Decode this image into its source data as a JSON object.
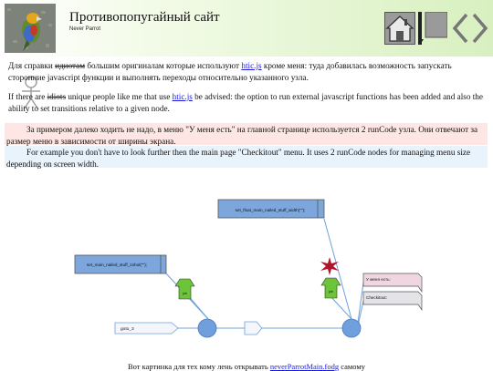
{
  "header": {
    "title": "Противопопугайный сайт",
    "subtitle": "Never Parrot",
    "nav_icons": [
      "home-icon",
      "down-arrow-icon",
      "prev-arrow-icon",
      "next-arrow-icon"
    ]
  },
  "paragraph_ru": {
    "pre": "Для справки",
    "struck": "идиотам",
    "mid": "большим оригиналам которые используют",
    "link": "htic.js",
    "post": "кроме меня: туда добавилась возможность запускать сторонние javascript функции и выполнять переходы относительно указанного узла."
  },
  "paragraph_en": {
    "pre": "If there are",
    "struck": "idiots",
    "mid": "unique people like me that use",
    "link": "htic.js",
    "post": "be advised: the option to run external javascript functions has been added and also the ability to set transitions relative to a given node."
  },
  "note_ru": "За примером далеко ходить не надо, в меню \"У меня есть\" на главной странице используется 2 runCode узла. Они отвечают за размер меню в зависимости от ширины экрана.",
  "note_en": "For example you don't have to look further then the main page \"Checkitout\" menu. It uses 2 runCode nodes for managing menu size depending on screen width.",
  "diagram": {
    "top_node": "set_float_main_nailed_stuff_width(\"\");",
    "left_node": "set_main_nailed_stuff_1shot(\"\");",
    "goto_label": "goto_3",
    "green_label_1": "job",
    "green_label_2": "job",
    "menu_item_1": "У меня есть:",
    "menu_item_2": "Checkitout:"
  },
  "caption": {
    "pre": "Вот картинка для тех кому лень открывать",
    "link": "neverParrotMain.fodg",
    "post": "самому"
  },
  "colors": {
    "link": "#1a1adb",
    "note_ru_bg": "#fde6e3",
    "note_en_bg": "#e8f3fc",
    "node_blue": "#7da6dc",
    "circle_blue": "#6fa0dd",
    "green": "#6cc43a",
    "star": "#b0142a"
  }
}
